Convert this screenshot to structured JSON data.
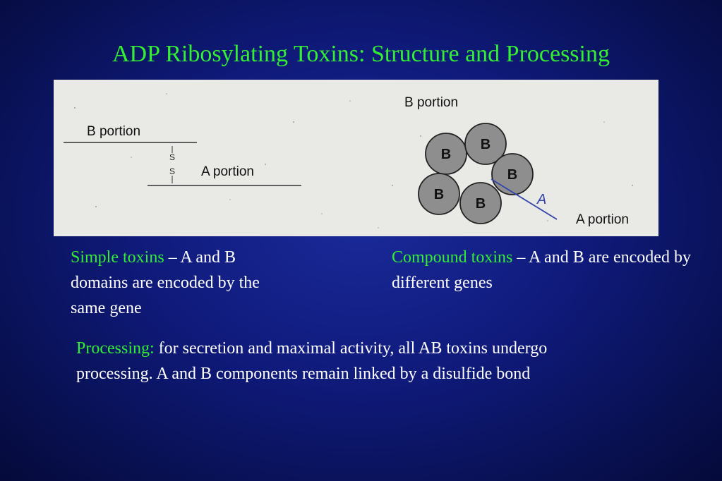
{
  "slide": {
    "title": "ADP Ribosylating Toxins: Structure and Processing"
  },
  "figure": {
    "simple": {
      "b_label": "B portion",
      "a_label": "A portion",
      "bond_glyphs": [
        "S",
        "S"
      ]
    },
    "compound": {
      "b_label": "B portion",
      "a_label": "A portion",
      "a_line_label": "A",
      "subunits": [
        "B",
        "B",
        "B",
        "B",
        "B"
      ]
    }
  },
  "simple_toxins": {
    "term": "Simple toxins",
    "text": " – A and B domains are encoded by the same gene"
  },
  "compound_toxins": {
    "term": "Compound toxins",
    "text": " – A and B are encoded by different genes"
  },
  "processing": {
    "term": "Processing:",
    "text": " for secretion and maximal activity, all AB toxins undergo processing.  A and B components remain linked by a disulfide bond"
  },
  "colors": {
    "accent_green": "#33ee33",
    "background": "#0f1a7a",
    "text": "#ffffff",
    "figure_bg": "#e9e9e6",
    "circle_fill": "#8e8e8e",
    "a_line": "#3344aa"
  }
}
